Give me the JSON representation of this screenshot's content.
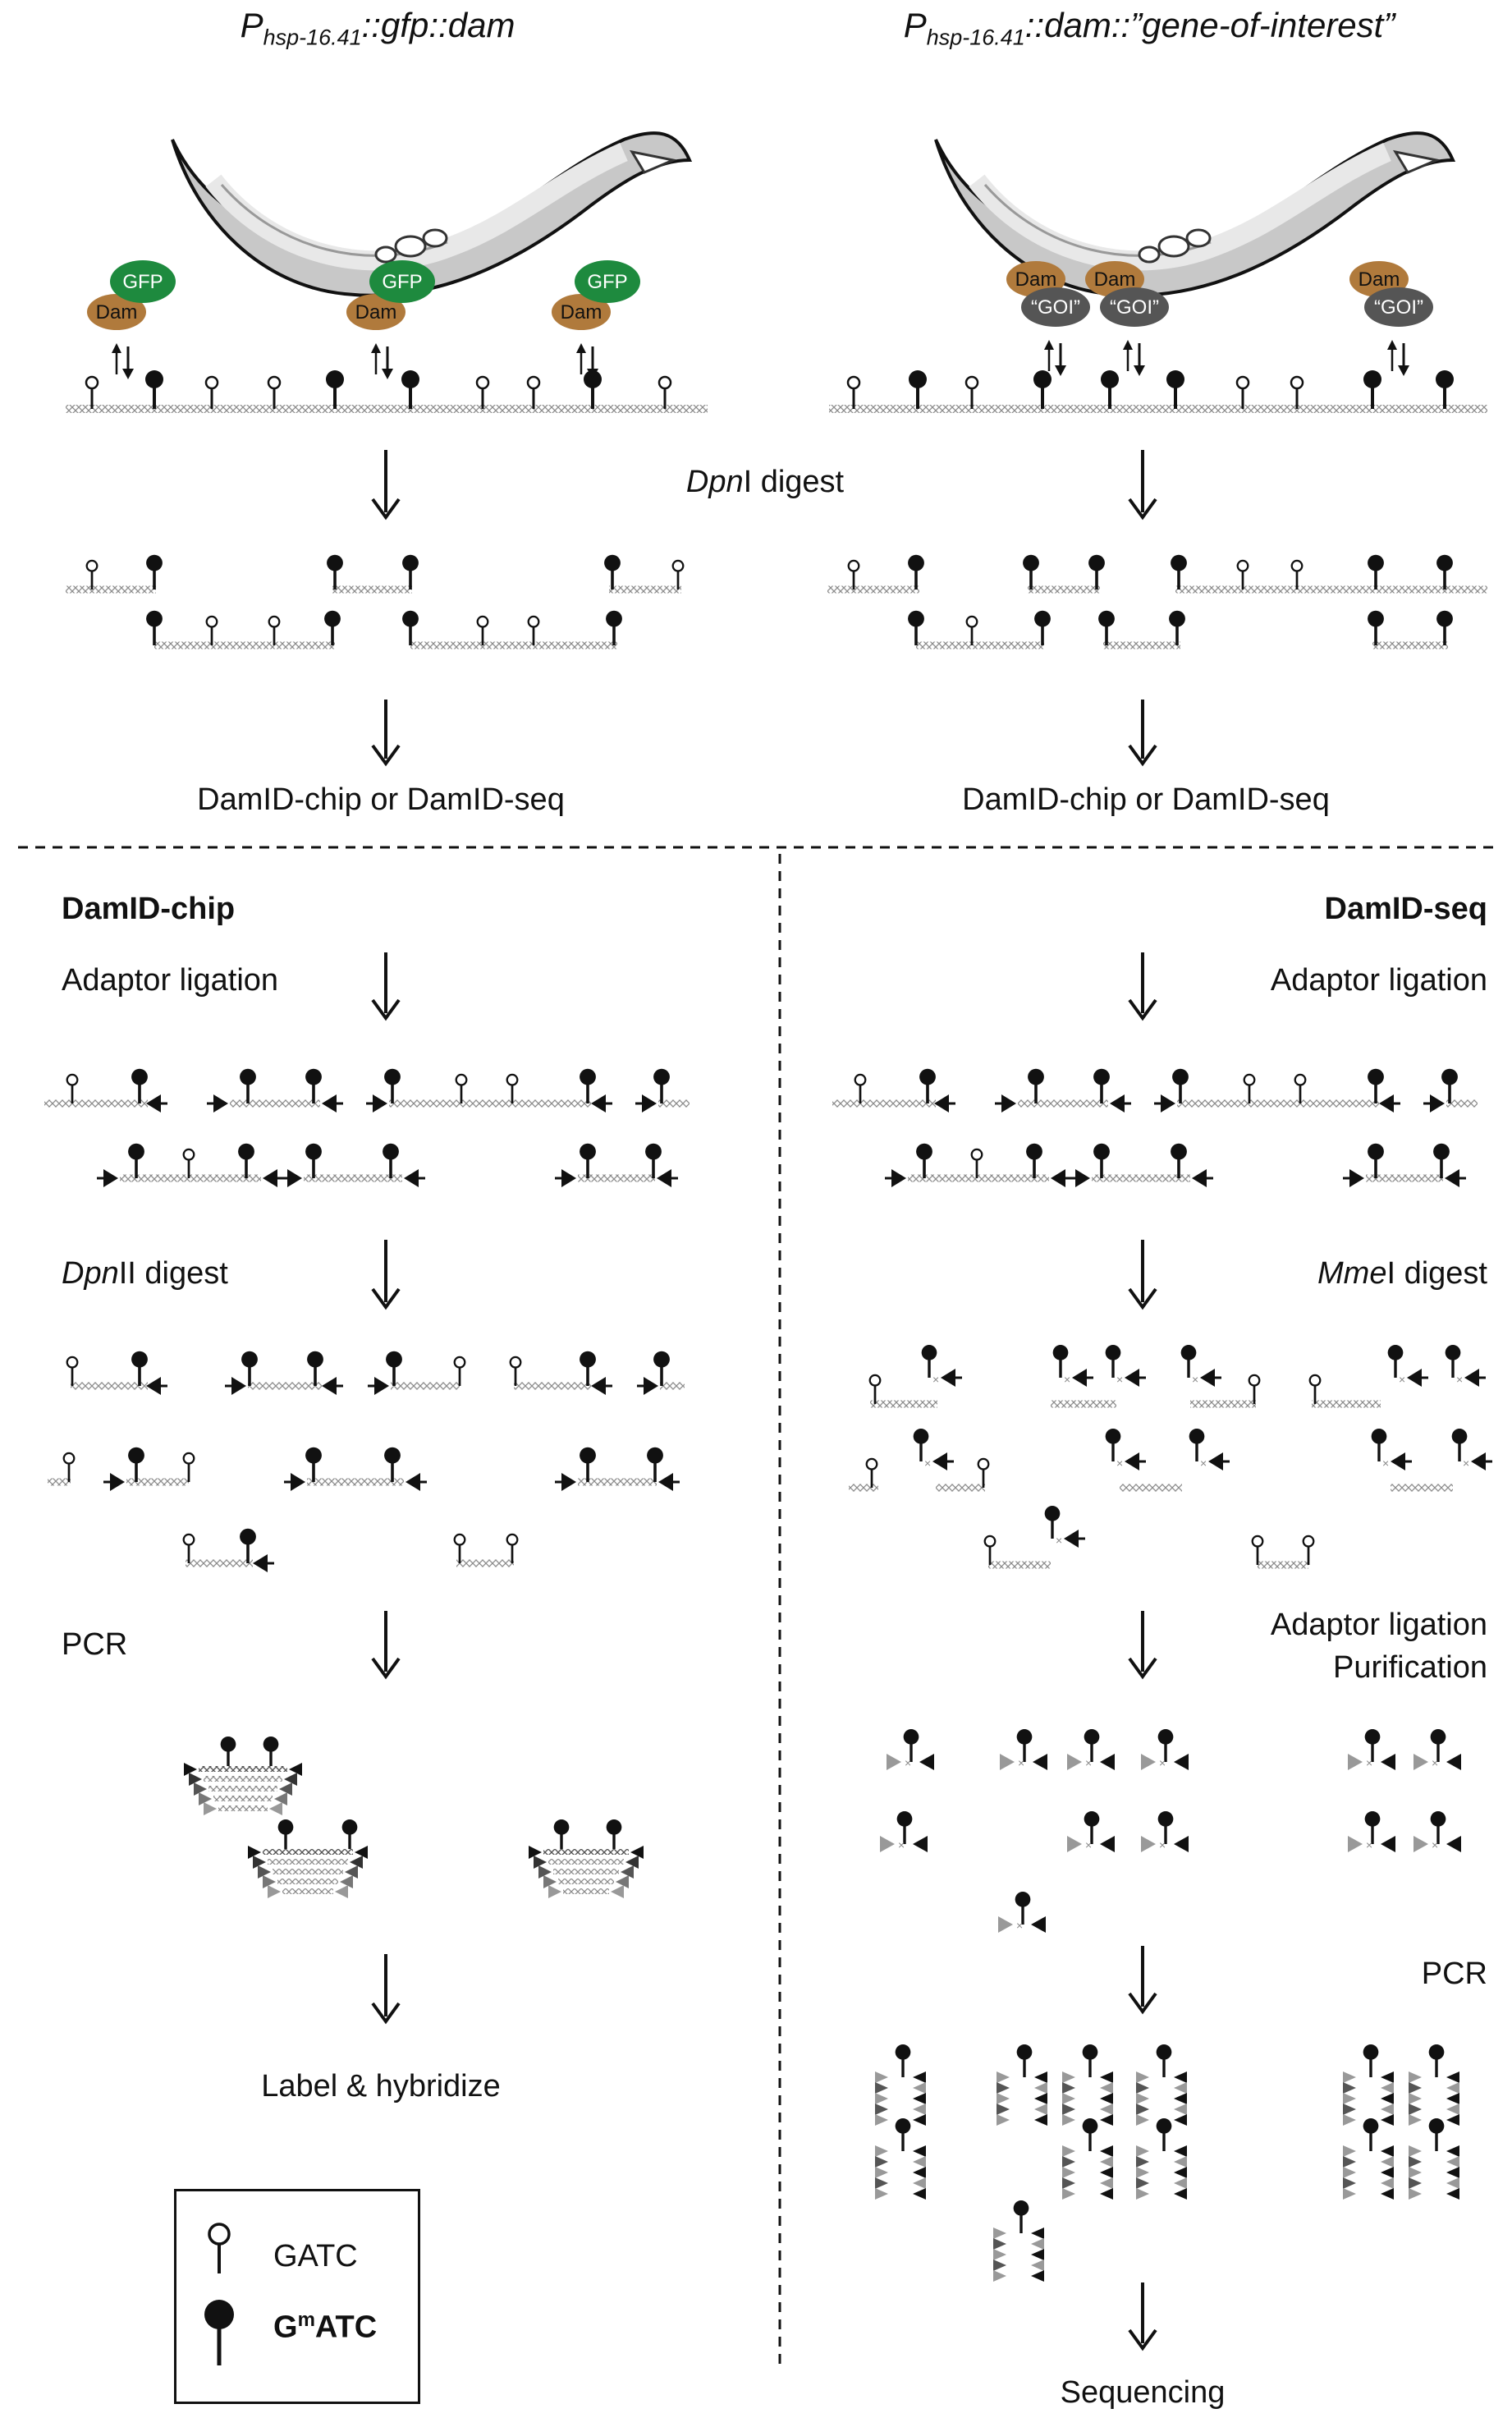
{
  "titles": {
    "left_prefix": "P",
    "left_sub": "hsp-16.41",
    "left_rest": "::gfp::dam",
    "right_prefix": "P",
    "right_sub": "hsp-16.41",
    "right_rest": "::dam::”gene-of-interest”"
  },
  "proteins": {
    "gfp": "GFP",
    "dam": "Dam",
    "goi": "“GOI”"
  },
  "steps": {
    "dpn1_italic": "Dpn",
    "dpn1_rest": "I digest",
    "outcome_left": "DamID-chip or DamID-seq",
    "outcome_right": "DamID-chip or DamID-seq",
    "chip_header": "DamID-chip",
    "seq_header": "DamID-seq",
    "adaptor_left": "Adaptor ligation",
    "adaptor_right": "Adaptor ligation",
    "dpn2_italic": "Dpn",
    "dpn2_rest": "II digest",
    "mme_italic": "Mme",
    "mme_rest": "I digest",
    "pcr_left": "PCR",
    "adaptor2_line1": "Adaptor ligation",
    "adaptor2_line2": "Purification",
    "pcr_right": "PCR",
    "label_hybridize": "Label & hybridize",
    "sequencing": "Sequencing"
  },
  "legend": {
    "gatc": "GATC",
    "gmatc_g": "G",
    "gmatc_sup": "m",
    "gmatc_rest": "ATC"
  },
  "colors": {
    "gfp": "#1e8a3e",
    "dam": "#b07a3c",
    "goi": "#555555",
    "dna": "#9a9a9a",
    "methylated": "#111111"
  }
}
